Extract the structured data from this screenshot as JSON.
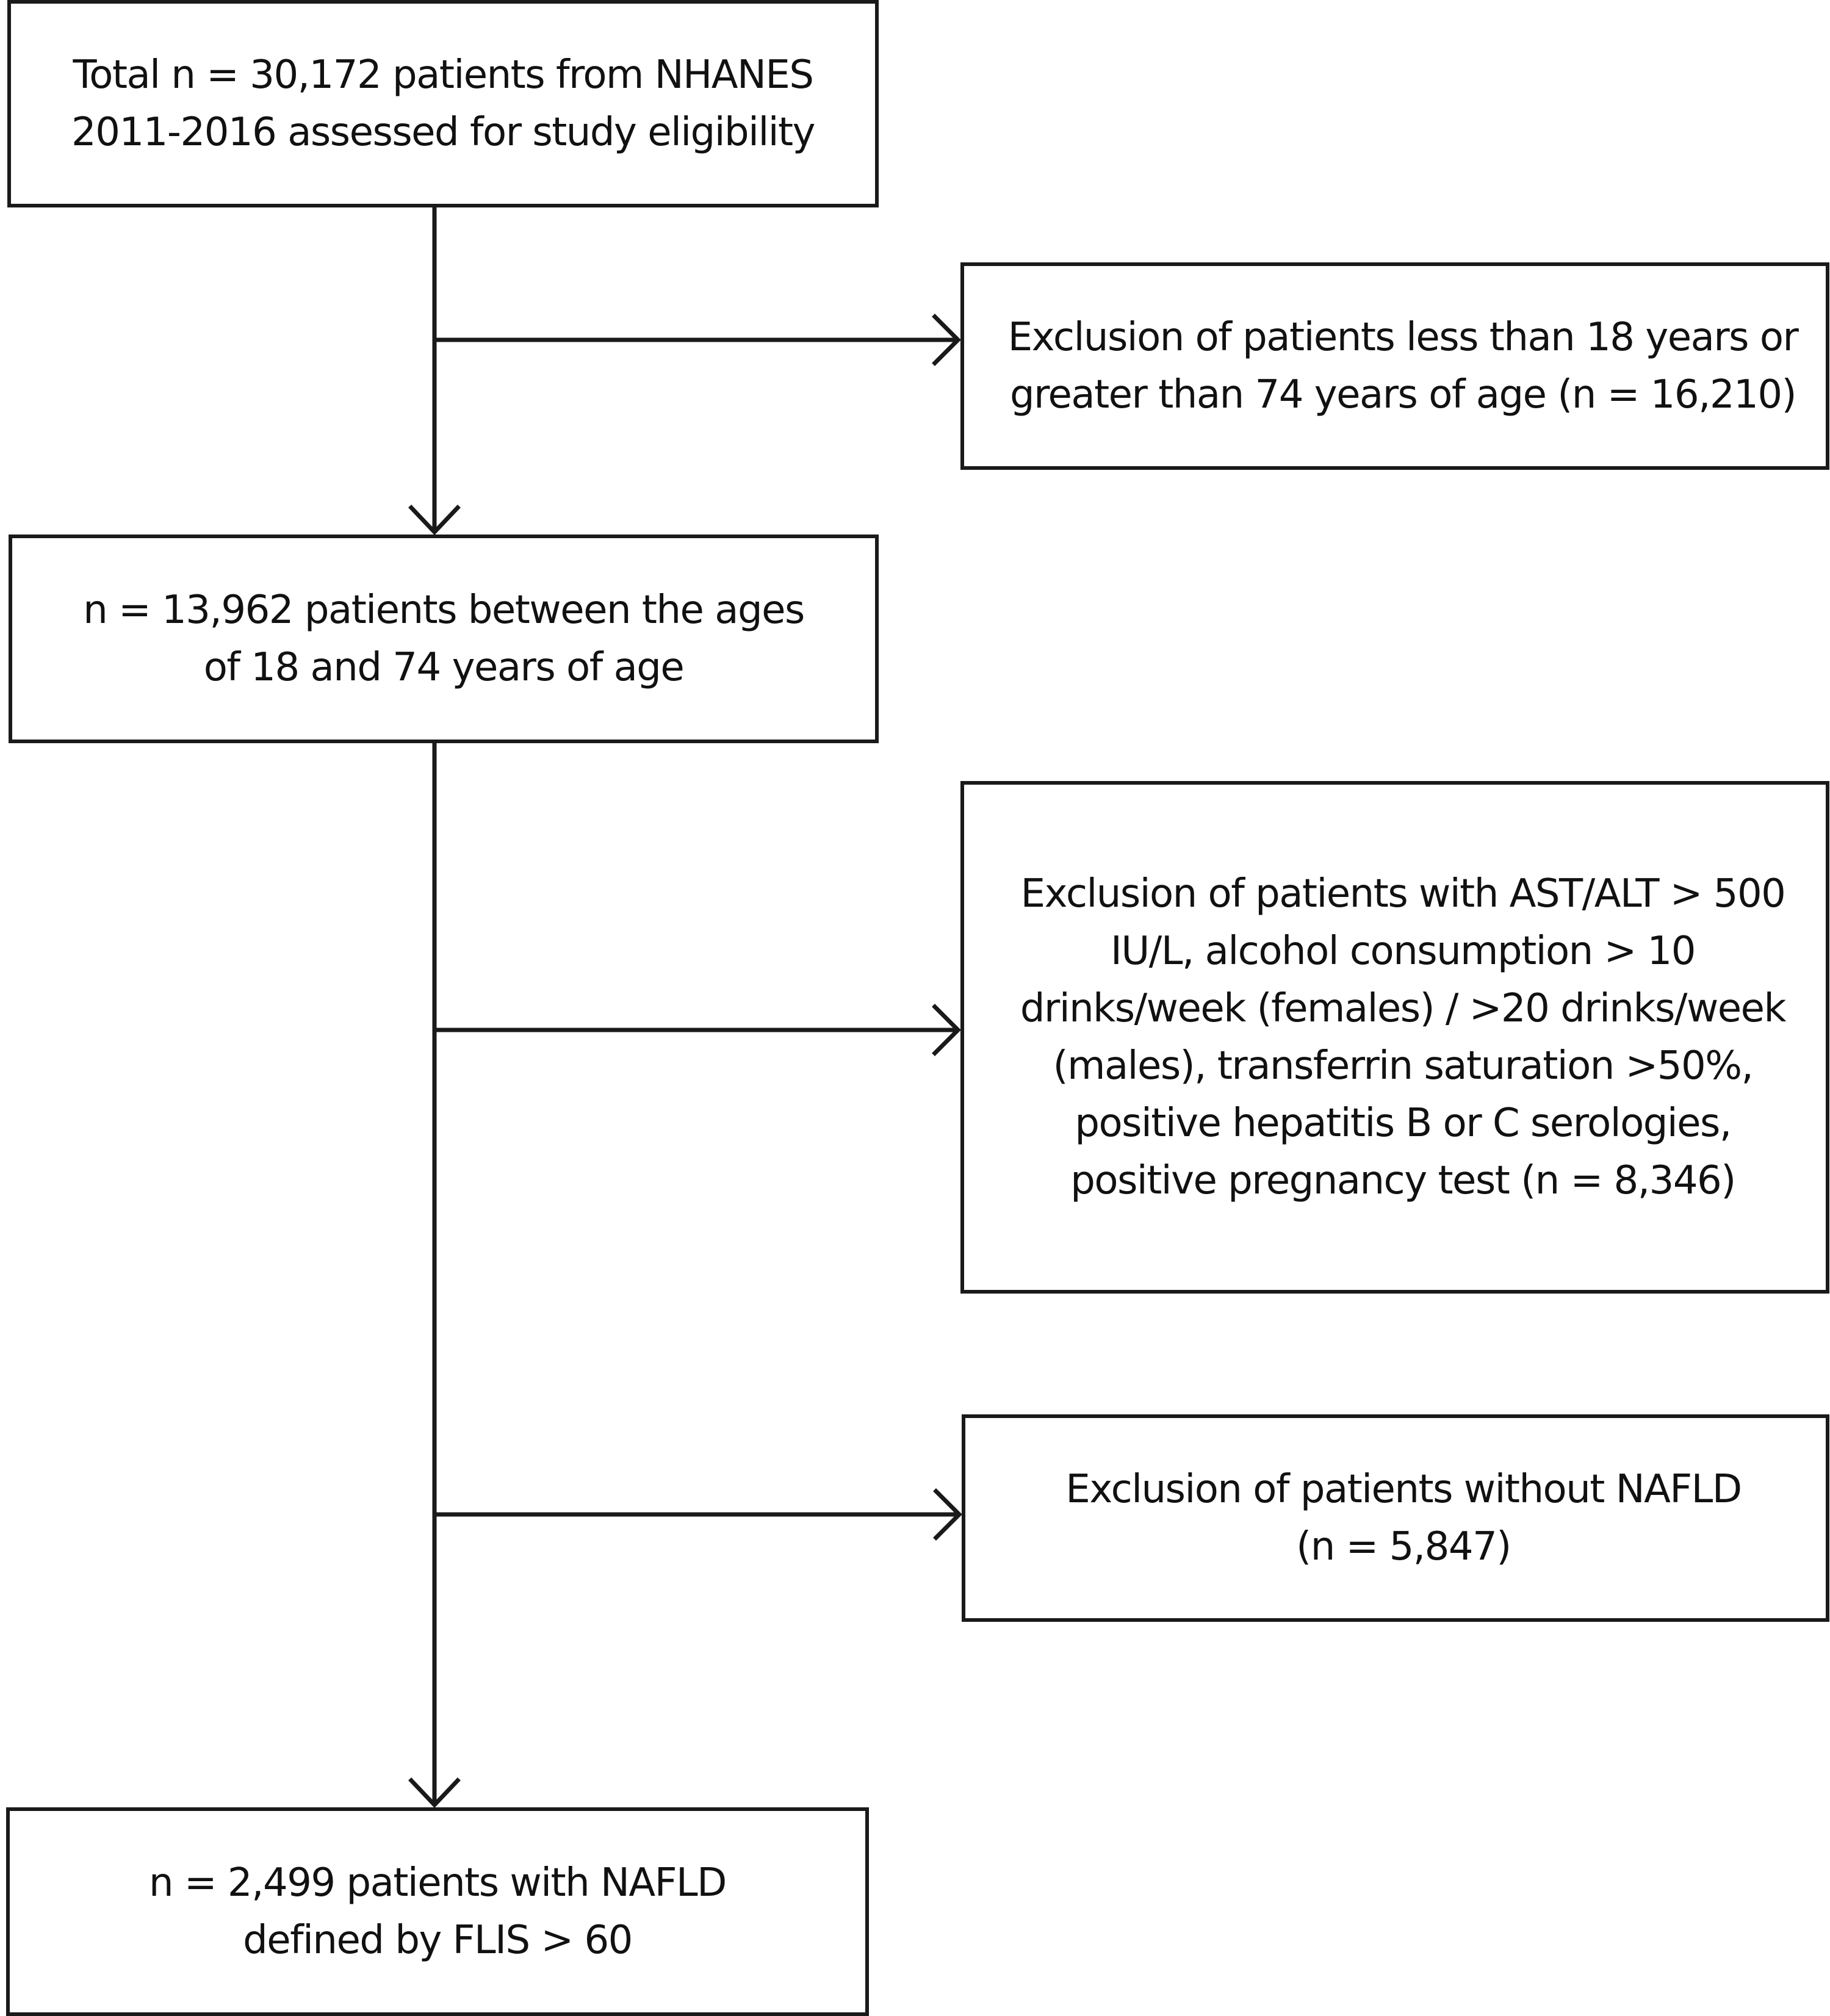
{
  "flowchart": {
    "boxes": {
      "total": "Total n = 30,172 patients from NHANES\n2011-2016 assessed for study eligibility",
      "age_exclusion": "Exclusion of patients less than 18 years or\ngreater than 74 years of age (n = 16,210)",
      "age_range": "n = 13,962 patients between the ages\nof 18 and 74 years of age",
      "clinical_exclusion": "Exclusion of patients with AST/ALT > 500\nIU/L, alcohol consumption > 10\ndrinks/week (females) / >20 drinks/week\n(males), transferrin saturation >50%,\npositive hepatitis B or C serologies,\npositive pregnancy test (n = 8,346)",
      "nafld_exclusion": "Exclusion of patients without NAFLD\n(n = 5,847)",
      "final": "n = 2,499 patients with NAFLD\ndefined by FLIS > 60"
    },
    "colors": {
      "stroke": "#1a1a1a",
      "background": "#ffffff"
    }
  }
}
